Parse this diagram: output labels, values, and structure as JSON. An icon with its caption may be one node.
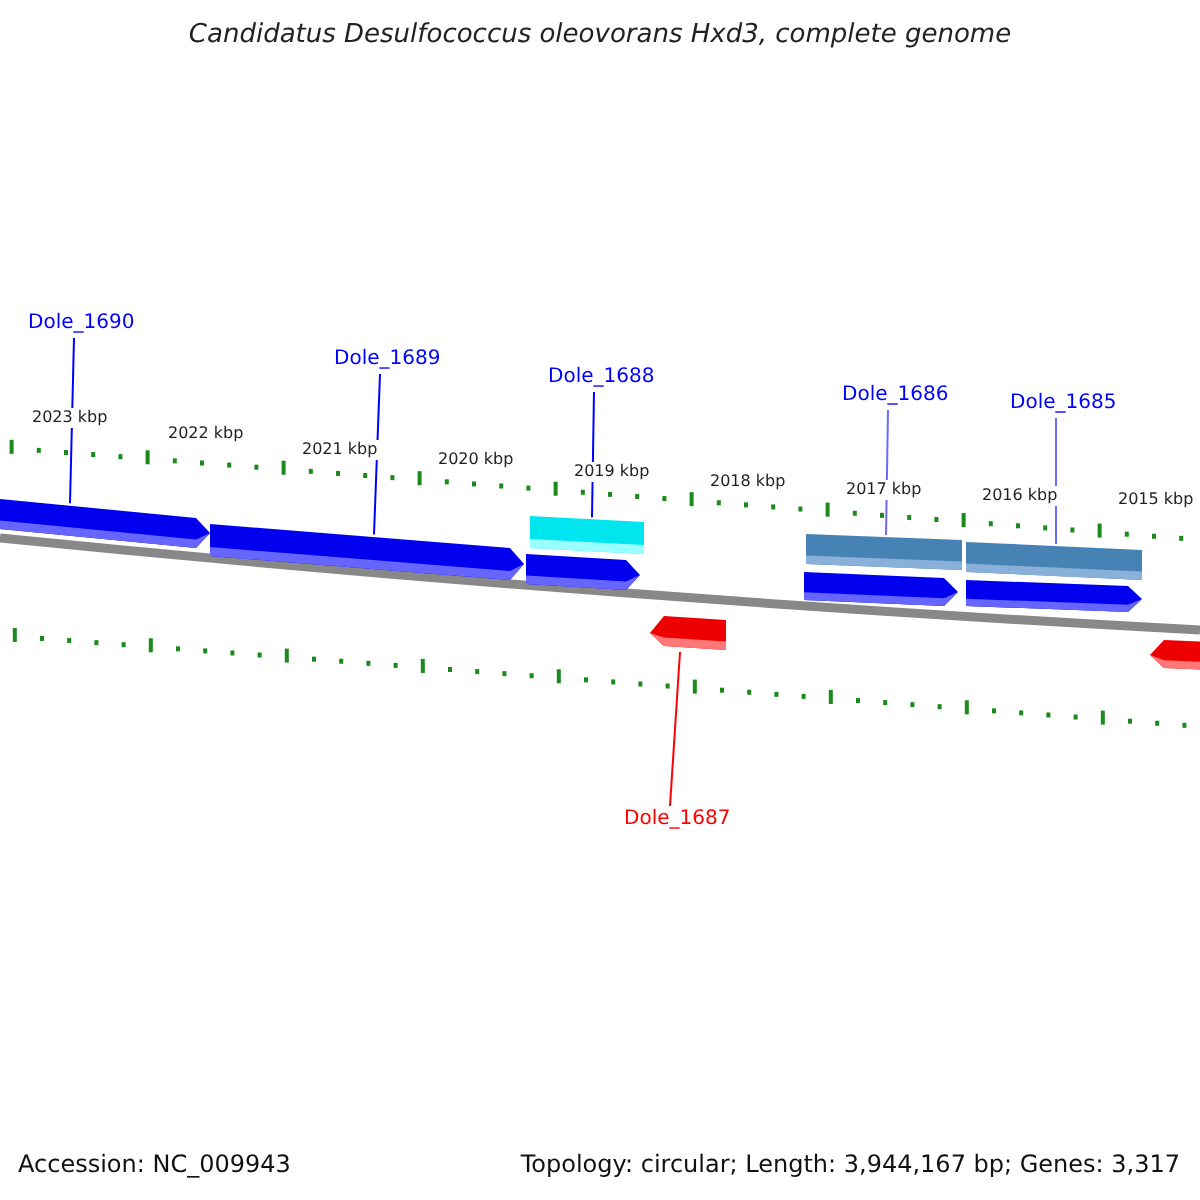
{
  "diagram": {
    "title": "Candidatus Desulfococcus oleovorans Hxd3, complete genome",
    "nodes": [
      {
        "text": [
          "Dole_1690"
        ]
      },
      {
        "text": [
          "Dole_1689"
        ]
      },
      {
        "text": [
          "Dole_1688"
        ]
      },
      {
        "text": [
          "Dole_1686"
        ]
      },
      {
        "text": [
          "Dole_1685"
        ]
      },
      {
        "text": [],
        "shape": "arrow"
      },
      {
        "text": [],
        "shape": "arrow"
      },
      {
        "text": [],
        "shape": "bar"
      },
      {
        "text": [],
        "shape": "bar"
      },
      {
        "text": [],
        "shape": "bar"
      },
      {
        "text": [],
        "shape": "arrow"
      },
      {
        "text": [],
        "shape": "arrow"
      },
      {
        "text": [],
        "shape": "arrow"
      },
      {
        "text": [],
        "shape": "arrow"
      },
      {
        "text": [],
        "shape": "arrow"
      },
      {
        "text": [
          "Dole_1687"
        ]
      }
    ],
    "edges": [
      {
        "from": 0,
        "to": 5,
        "arrow": "none"
      },
      {
        "from": 1,
        "to": 6,
        "arrow": "none"
      },
      {
        "from": 2,
        "to": 7,
        "arrow": "none"
      },
      {
        "from": 3,
        "to": 8,
        "arrow": "none",
        "color": "#6a6aff"
      },
      {
        "from": 4,
        "to": 9,
        "arrow": "none",
        "color": "#6a6aff"
      },
      {
        "from": 15,
        "to": 13,
        "arrow": "none",
        "color": "#ff0000"
      }
    ],
    "labels": [
      "2023 kbp",
      "2022 kbp",
      "2021 kbp",
      "2020 kbp",
      "2019 kbp",
      "2018 kbp",
      "2017 kbp",
      "2016 kbp",
      "2015 kbp",
      "Accession: NC_009943",
      "Topology: circular; Length: 3,944,167 bp; Genes: 3,317"
    ]
  }
}
